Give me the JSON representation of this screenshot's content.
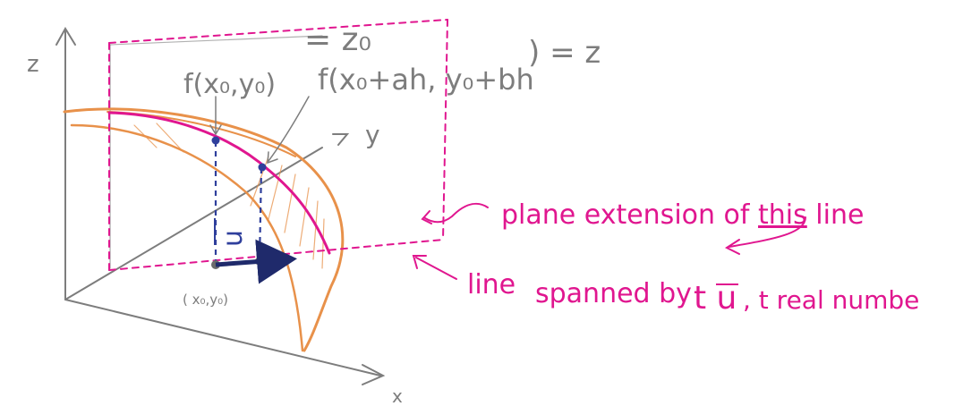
{
  "axes": {
    "z_label": "z",
    "y_label": "y",
    "x_label": "x"
  },
  "labels": {
    "plane_eq_top": "= z₀",
    "plane_eq_right": ") = z",
    "point_f0": "f(x₀,y₀)",
    "point_f1": "f(x₀+ah, y₀+bh",
    "vector_u": "u",
    "base_point": "( x₀,y₀)"
  },
  "annotations": {
    "plane_note_prefix": "plane extension of ",
    "plane_note_underlined": "this",
    "plane_note_suffix": " line",
    "line_note_word": "line",
    "line_note_rest": "spanned by",
    "line_note_tu": "t u",
    "line_note_tail": ", t real numbe"
  },
  "colors": {
    "pencil": "#7d7d7d",
    "magenta": "#e0168f",
    "orange": "#e8914a",
    "blue": "#2f3f9c",
    "navy": "#1f2a6b"
  }
}
